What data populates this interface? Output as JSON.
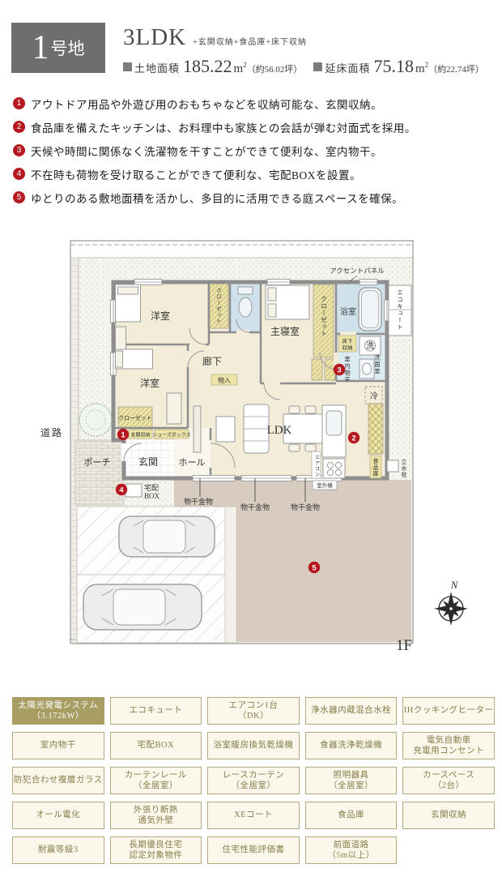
{
  "header": {
    "lot_number_big": "1",
    "lot_number_small": "号地",
    "plan_type": "3LDK",
    "plan_extras": "+玄関収納+食品庫+床下収納",
    "land_label": "土地面積",
    "land_value": "185.22",
    "land_unit": "m",
    "land_unit_sup": "2",
    "land_tsubo": "（約56.02坪）",
    "floor_label": "延床面積",
    "floor_value": "75.18",
    "floor_unit": "m",
    "floor_unit_sup": "2",
    "floor_tsubo": "（約22.74坪）"
  },
  "features": [
    {
      "num": "1",
      "text": "アウトドア用品や外遊び用のおもちゃなどを収納可能な、玄関収納。"
    },
    {
      "num": "2",
      "text": "食品庫を備えたキッチンは、お料理中も家族との会話が弾む対面式を採用。"
    },
    {
      "num": "3",
      "text": "天候や時間に関係なく洗濯物を干すことができて便利な、室内物干。"
    },
    {
      "num": "4",
      "text": "不在時も荷物を受け取ることができて便利な、宅配BOXを設置。"
    },
    {
      "num": "5",
      "text": "ゆとりのある敷地面積を活かし、多目的に活用できる庭スペースを確保。"
    }
  ],
  "plan": {
    "labels": {
      "road": "道路",
      "accent": "アクセントパネル",
      "room1": "洋室",
      "room2": "洋室",
      "master": "主寝室",
      "corridor": "廊下",
      "storage": "物入",
      "closet": "クローゼット",
      "bath": "浴室",
      "wash": "洗",
      "washroom": "洗面室",
      "underfloor1": "床下",
      "underfloor2": "収納",
      "indoor_dry": "室内物干",
      "fridge": "冷",
      "pantry": "食品庫",
      "aircon": "エアコン",
      "outdoor_unit": "室外機",
      "faucet": "立水栓",
      "ecocute": "エコキュート",
      "genkan": "玄関",
      "hall": "ホール",
      "porch": "ポーチ",
      "genkan_storage": "玄関収納",
      "shoes_box": "シューズボックス",
      "delivery1": "宅配",
      "delivery2": "BOX",
      "monohoshi": "物干金物",
      "ldk": "LDK",
      "floor": "1F",
      "north": "N"
    },
    "markers": [
      {
        "num": "1"
      },
      {
        "num": "2"
      },
      {
        "num": "3"
      },
      {
        "num": "4"
      },
      {
        "num": "5"
      }
    ]
  },
  "tags": [
    {
      "label": "太陽光発電システム\n（3.172kW）"
    },
    {
      "label": "エコキュート"
    },
    {
      "label": "エアコン1台\n（DK）"
    },
    {
      "label": "浄水器内蔵混合水栓"
    },
    {
      "label": "IHクッキングヒーター"
    },
    {
      "label": "室内物干"
    },
    {
      "label": "宅配BOX"
    },
    {
      "label": "浴室暖房換気乾燥機"
    },
    {
      "label": "食器洗浄乾燥機"
    },
    {
      "label": "電気自動車\n充電用コンセント"
    },
    {
      "label": "防犯合わせ複層ガラス"
    },
    {
      "label": "カーテンレール\n（全居室）"
    },
    {
      "label": "レースカーテン\n（全居室）"
    },
    {
      "label": "照明器具\n（全居室）"
    },
    {
      "label": "カースペース\n（2台）"
    },
    {
      "label": "オール電化"
    },
    {
      "label": "外張り断熱\n通気外壁"
    },
    {
      "label": "XEコート"
    },
    {
      "label": "食品庫"
    },
    {
      "label": "玄関収納"
    },
    {
      "label": "耐震等級3"
    },
    {
      "label": "長期優良住宅\n認定対象物件"
    },
    {
      "label": "住宅性能評価書"
    },
    {
      "label": "前面道路\n（5m以上）"
    }
  ],
  "colors": {
    "accent_red": "#b5181f",
    "header_gray": "#6e6e6e",
    "tag_highlight": "#a89d62",
    "tag_border": "#b3a97c",
    "tag_bg": "#fbf8eb",
    "tag_text": "#867c4b",
    "room_cream": "#f3ecd9",
    "wet_blue": "#cfe2ec",
    "closet_yellow": "#ece3a8",
    "garden_beige": "#d8cbbf",
    "wall_gray": "#8e8e8e"
  }
}
